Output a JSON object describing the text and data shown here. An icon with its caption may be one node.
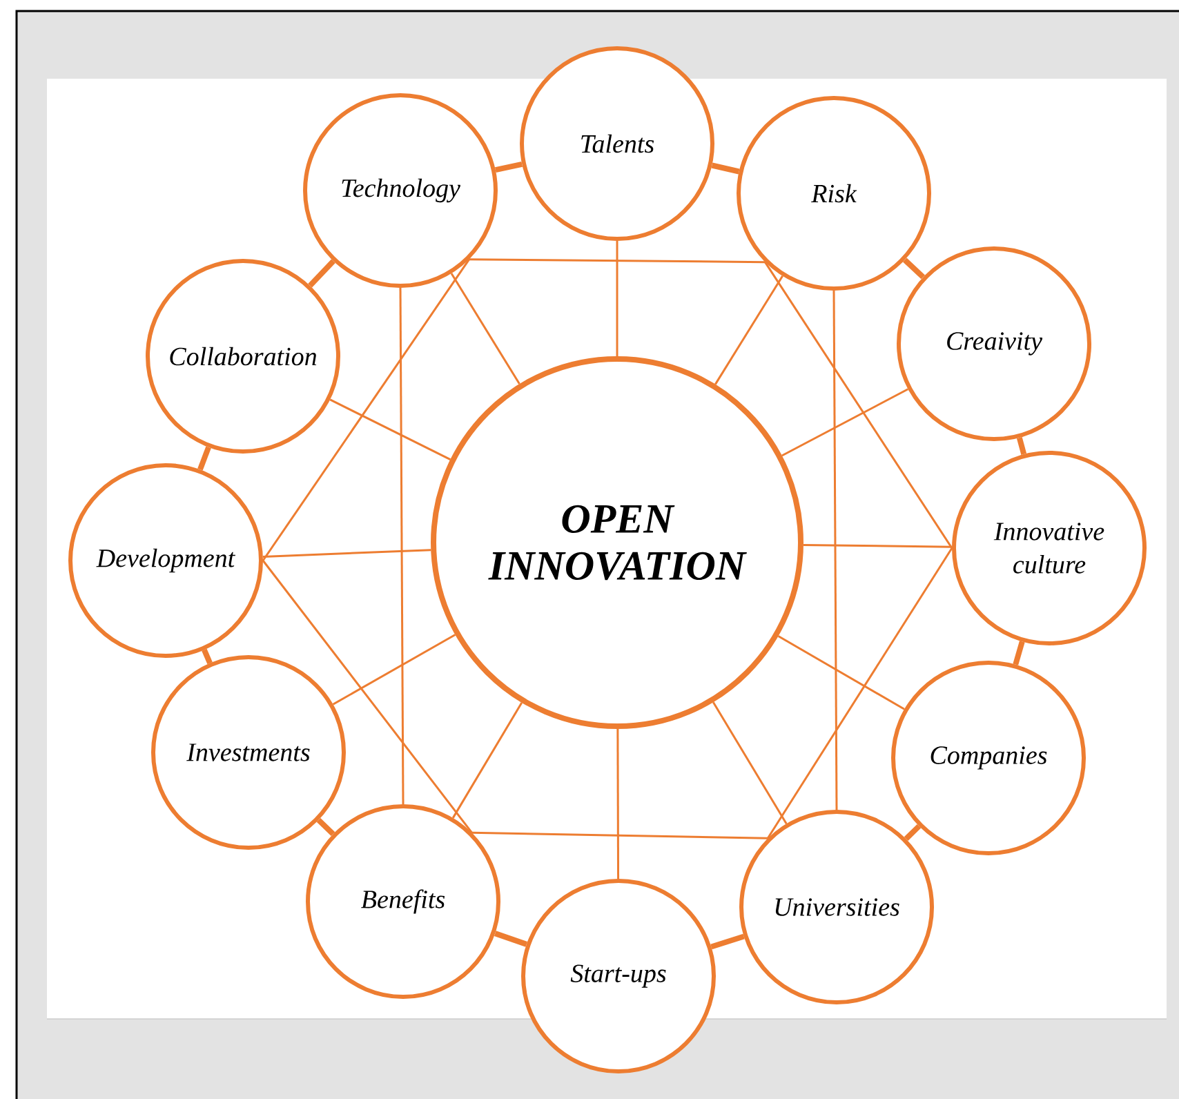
{
  "diagram": {
    "nodes": [
      {
        "text": [
          "OPEN INNOVATION"
        ]
      },
      {
        "text": [
          "Talents"
        ]
      },
      {
        "text": [
          "Risk"
        ]
      },
      {
        "text": [
          "Creaivity"
        ]
      },
      {
        "text": [
          "Innovative culture"
        ]
      },
      {
        "text": [
          "Companies"
        ]
      },
      {
        "text": [
          "Universities"
        ]
      },
      {
        "text": [
          "Start-ups"
        ]
      },
      {
        "text": [
          "Benefits"
        ]
      },
      {
        "text": [
          "Investments"
        ]
      },
      {
        "text": [
          "Development"
        ]
      },
      {
        "text": [
          "Collaboration"
        ]
      },
      {
        "text": [
          "Technology"
        ]
      }
    ],
    "edges": [
      {
        "from": 1,
        "to": 2,
        "arrow": "none",
        "style": "thick"
      },
      {
        "from": 2,
        "to": 3,
        "arrow": "none",
        "style": "thick"
      },
      {
        "from": 3,
        "to": 4,
        "arrow": "none",
        "style": "thick"
      },
      {
        "from": 4,
        "to": 5,
        "arrow": "none",
        "style": "thick"
      },
      {
        "from": 5,
        "to": 6,
        "arrow": "none",
        "style": "thick"
      },
      {
        "from": 6,
        "to": 7,
        "arrow": "none",
        "style": "thick"
      },
      {
        "from": 7,
        "to": 8,
        "arrow": "none",
        "style": "thick"
      },
      {
        "from": 8,
        "to": 9,
        "arrow": "none",
        "style": "thick"
      },
      {
        "from": 9,
        "to": 10,
        "arrow": "none",
        "style": "thick"
      },
      {
        "from": 10,
        "to": 11,
        "arrow": "none",
        "style": "thick"
      },
      {
        "from": 11,
        "to": 12,
        "arrow": "none",
        "style": "thick"
      },
      {
        "from": 12,
        "to": 1,
        "arrow": "none",
        "style": "thick"
      },
      {
        "from": 1,
        "to": 0,
        "arrow": "none"
      },
      {
        "from": 2,
        "to": 0,
        "arrow": "none"
      },
      {
        "from": 3,
        "to": 0,
        "arrow": "none"
      },
      {
        "from": 4,
        "to": 0,
        "arrow": "none"
      },
      {
        "from": 5,
        "to": 0,
        "arrow": "none"
      },
      {
        "from": 6,
        "to": 0,
        "arrow": "none"
      },
      {
        "from": 7,
        "to": 0,
        "arrow": "none"
      },
      {
        "from": 8,
        "to": 0,
        "arrow": "none"
      },
      {
        "from": 9,
        "to": 0,
        "arrow": "none"
      },
      {
        "from": 10,
        "to": 0,
        "arrow": "none"
      },
      {
        "from": 11,
        "to": 0,
        "arrow": "none"
      },
      {
        "from": 12,
        "to": 0,
        "arrow": "none"
      },
      {
        "from": 12,
        "to": 2,
        "arrow": "none"
      },
      {
        "from": 8,
        "to": 6,
        "arrow": "none"
      },
      {
        "from": 12,
        "to": 10,
        "arrow": "none"
      },
      {
        "from": 10,
        "to": 8,
        "arrow": "none"
      },
      {
        "from": 2,
        "to": 4,
        "arrow": "none"
      },
      {
        "from": 4,
        "to": 6,
        "arrow": "none"
      },
      {
        "from": 12,
        "to": 8,
        "arrow": "none"
      },
      {
        "from": 2,
        "to": 6,
        "arrow": "none"
      }
    ]
  }
}
